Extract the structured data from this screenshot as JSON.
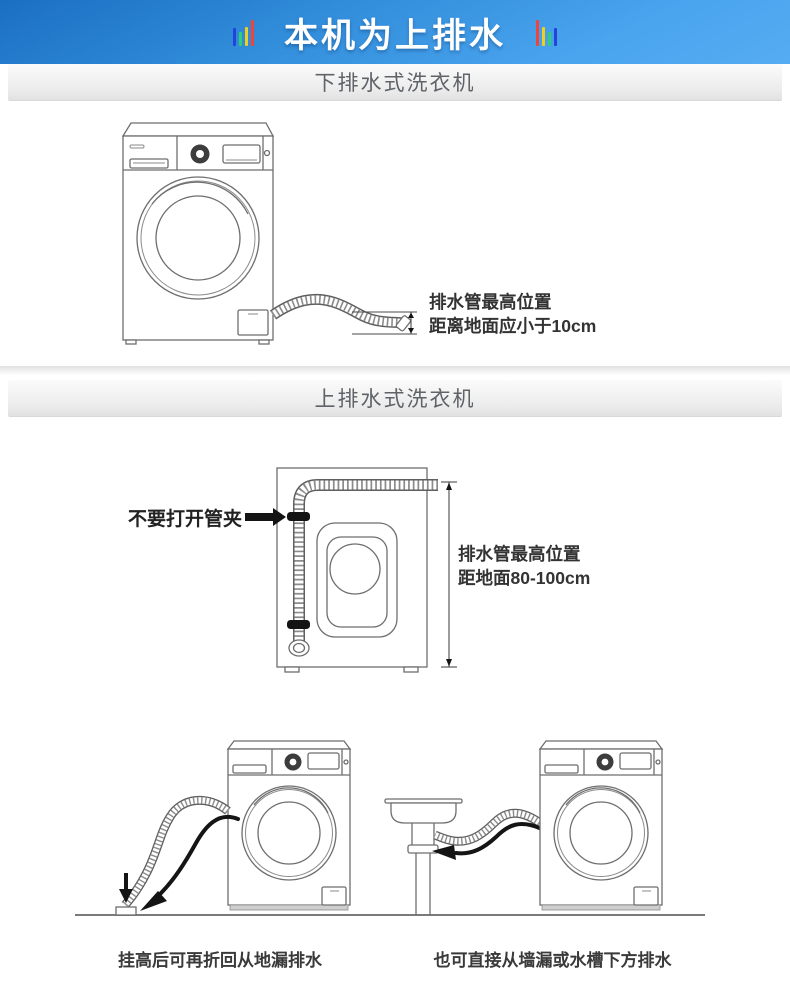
{
  "header": {
    "title": "本机为上排水",
    "bar_icon_colors": {
      "blue": "#2244dd",
      "green": "#33cc77",
      "yellow": "#f2cf1f",
      "red": "#f04438"
    },
    "banner_gradient": {
      "top": "#1b6fc2",
      "bottom": "#55acf2"
    }
  },
  "sections": {
    "bottom_drain": {
      "title": "下排水式洗衣机",
      "annotation_line1": "排水管最高位置",
      "annotation_line2": "距离地面应小于10cm"
    },
    "top_drain": {
      "title": "上排水式洗衣机",
      "clamp_note": "不要打开管夹",
      "annotation_line1": "排水管最高位置",
      "annotation_line2": "距地面80-100cm"
    },
    "examples": {
      "caption_left": "挂高后可再折回从地漏排水",
      "caption_right": "也可直接从墙漏或水槽下方排水"
    }
  }
}
